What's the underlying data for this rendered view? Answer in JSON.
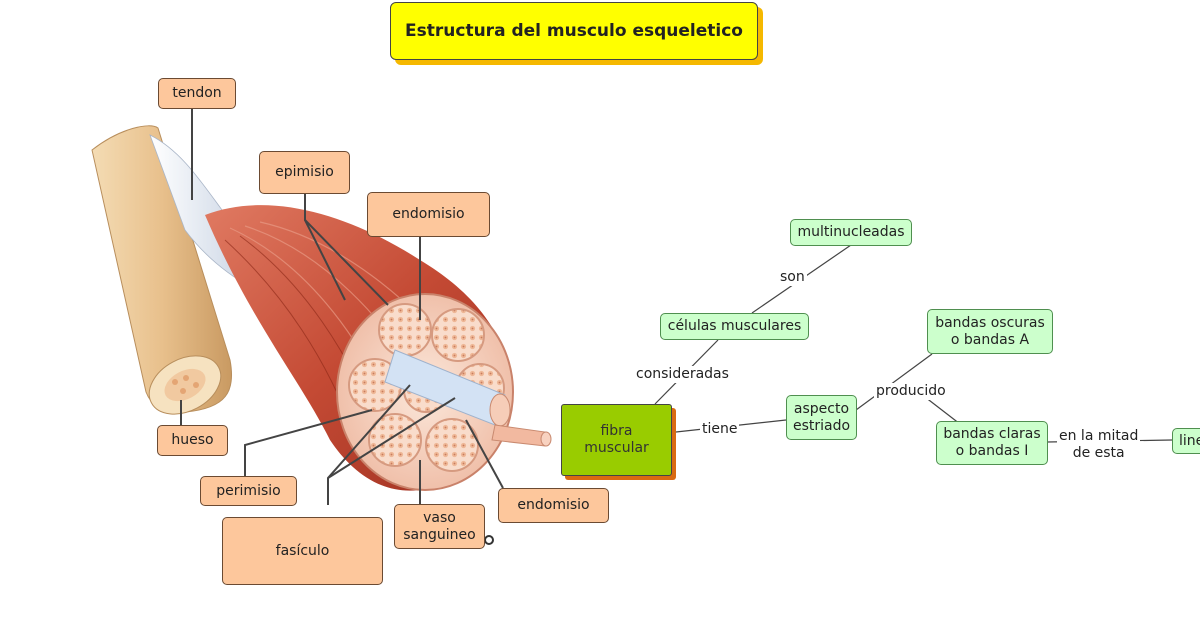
{
  "title": "Estructura del musculo esqueletico",
  "anatomy_labels": {
    "tendon": "tendon",
    "epimisio": "epimisio",
    "endomisio_top": "endomisio",
    "hueso": "hueso",
    "perimisio": "perimisio",
    "fasciculo": "fasículo",
    "vaso": "vaso\nsanguineo",
    "endomisio_bottom": "endomisio"
  },
  "concept_map": {
    "fibra": "fibra\nmuscular",
    "multinucleadas": "multinucleadas",
    "celulas": "células musculares",
    "aspecto": "aspecto\nestriado",
    "bandas_oscuras": "bandas oscuras\no bandas A",
    "bandas_claras": "bandas claras\no bandas I",
    "linea": "linea"
  },
  "link_labels": {
    "son": "son",
    "consideradas": "consideradas",
    "tiene": "tiene",
    "producido": "producido",
    "mitad": "en la mitad\nde esta"
  },
  "colors": {
    "title_bg": "#ffff00",
    "anatomy_box": "#fdc79c",
    "concept_box": "#ccffcc",
    "focus_box": "#99cc00",
    "muscle": "#b9402a",
    "bone": "#ecc995"
  }
}
